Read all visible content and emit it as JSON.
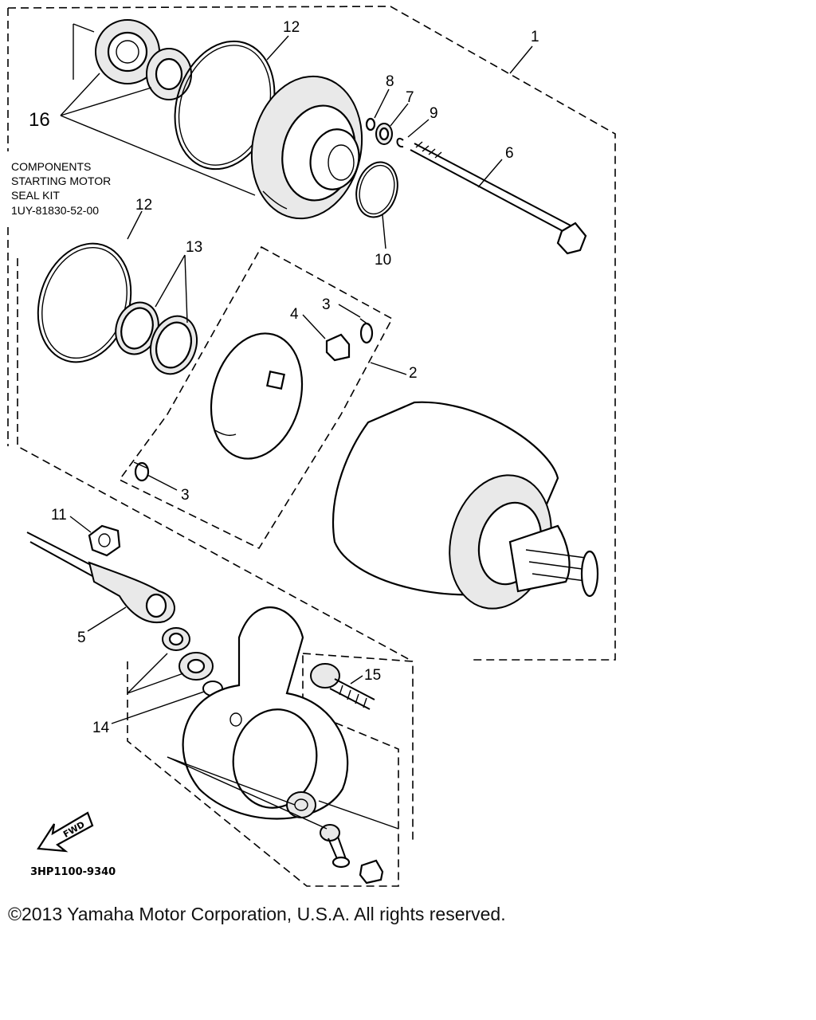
{
  "kit": {
    "line1": "COMPONENTS",
    "line2": "STARTING MOTOR",
    "line3": "SEAL KIT",
    "line4": "1UY-81830-52-00"
  },
  "callouts": {
    "c1": "1",
    "c2": "2",
    "c3a": "3",
    "c3b": "3",
    "c4": "4",
    "c5": "5",
    "c6": "6",
    "c7": "7",
    "c8": "8",
    "c9": "9",
    "c10": "10",
    "c11": "11",
    "c12a": "12",
    "c12b": "12",
    "c13": "13",
    "c14": "14",
    "c15": "15",
    "c16": "16"
  },
  "fwd_label": "FWD",
  "diagram_code": "3HP1100-9340",
  "copyright": "©2013 Yamaha Motor Corporation, U.S.A. All rights reserved."
}
